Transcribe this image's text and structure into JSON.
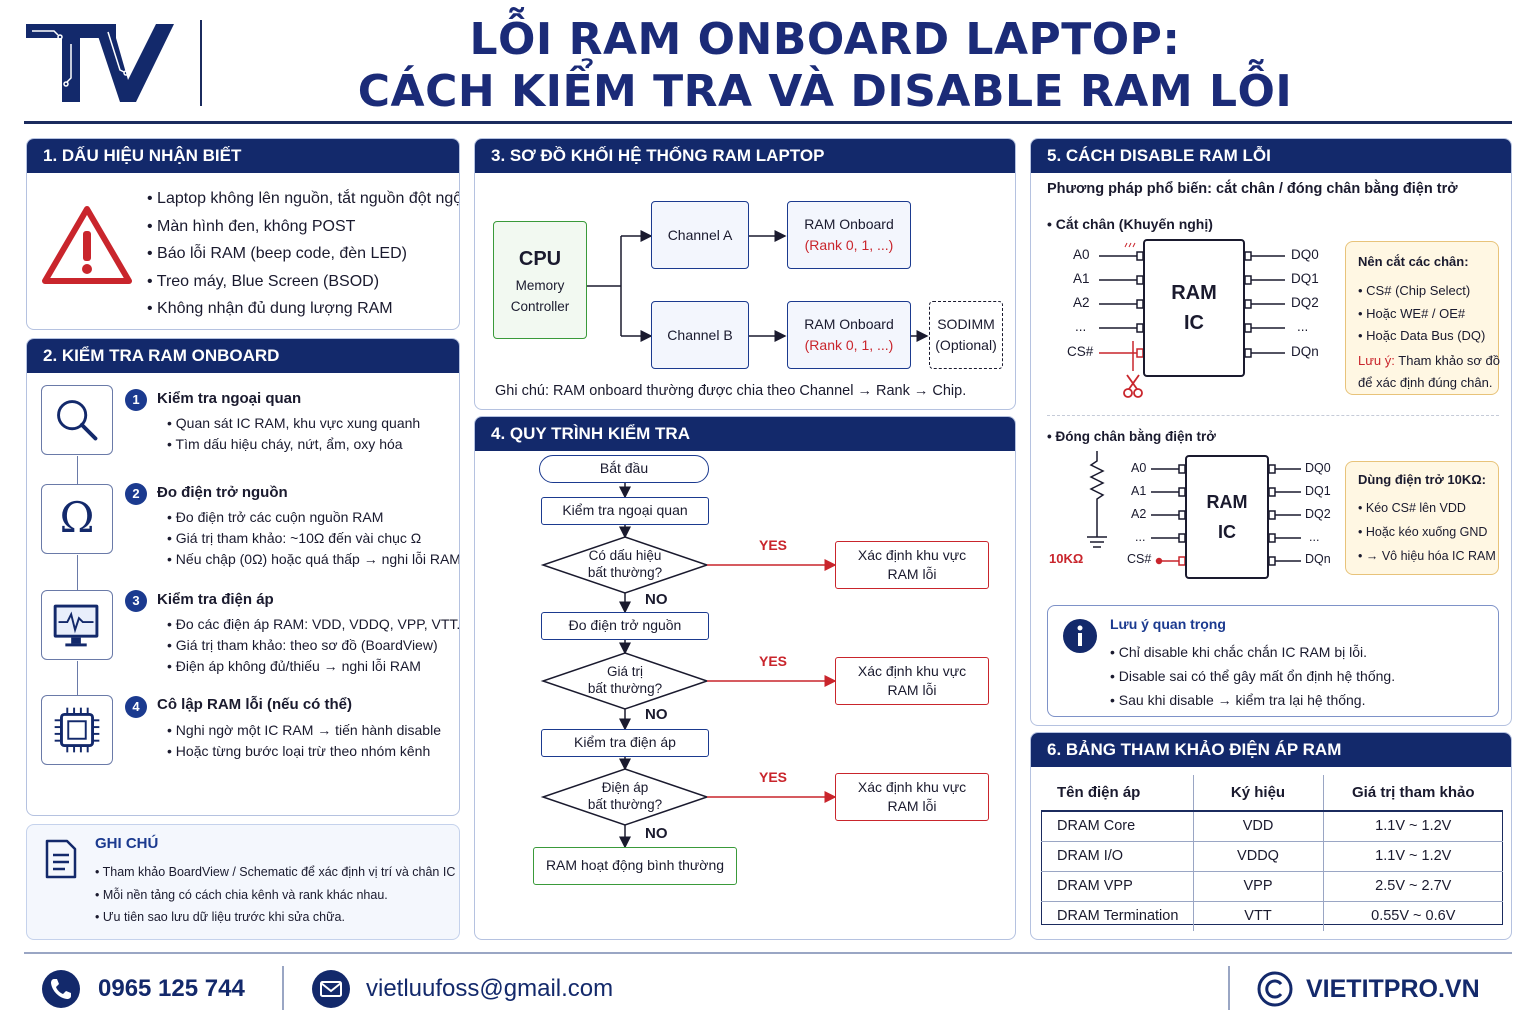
{
  "logo_text": "TV",
  "title_line1": "LỖI RAM ONBOARD LAPTOP:",
  "title_line2": "CÁCH KIỂM TRA VÀ DISABLE RAM LỖI",
  "colors": {
    "navy": "#13296b",
    "red": "#c9252c",
    "green": "#3a9a3a",
    "yellow_bg": "#fff7e3"
  },
  "signs": {
    "title": "1. DẤU HIỆU NHẬN BIẾT",
    "icon": "warning-triangle-icon",
    "items": [
      "Laptop không lên nguồn, tắt nguồn đột ngột",
      "Màn hình đen, không POST",
      "Báo lỗi RAM (beep code, đèn LED)",
      "Treo máy, Blue Screen (BSOD)",
      "Không nhận đủ dung lượng RAM"
    ]
  },
  "check": {
    "title": "2. KIỂM TRA RAM ONBOARD",
    "steps": [
      {
        "num": "1",
        "icon": "magnifier-icon",
        "title": "Kiểm tra ngoại quan",
        "bullets": [
          "Quan sát IC RAM, khu vực xung quanh",
          "Tìm dấu hiệu cháy, nứt, ẩm, oxy hóa"
        ]
      },
      {
        "num": "2",
        "icon": "ohm-icon",
        "symbol": "Ω",
        "title": "Đo điện trở nguồn",
        "bullets": [
          "Đo điện trở các cuộn nguồn RAM",
          "Giá trị tham khảo: ~10Ω đến vài chục Ω",
          "Nếu chập (0Ω) hoặc quá thấp → nghi lỗi RAM"
        ]
      },
      {
        "num": "3",
        "icon": "oscilloscope-icon",
        "title": "Kiểm tra điện áp",
        "bullets": [
          "Đo các điện áp RAM: VDD, VDDQ, VPP, VTT...",
          "Giá trị tham khảo: theo sơ đồ (BoardView)",
          "Điện áp không đủ/thiếu → nghi lỗi RAM"
        ]
      },
      {
        "num": "4",
        "icon": "chip-icon",
        "title": "Cô lập RAM lỗi (nếu có thể)",
        "bullets": [
          "Nghi ngờ một IC RAM → tiến hành disable",
          "Hoặc từng bước loại trừ theo nhóm kênh"
        ]
      }
    ]
  },
  "note": {
    "icon": "document-icon",
    "title": "GHI CHÚ",
    "items": [
      "Tham khảo BoardView / Schematic để xác định vị trí và chân IC RAM.",
      "Mỗi nền tảng có cách chia kênh và rank khác nhau.",
      "Ưu tiên sao lưu dữ liệu trước khi sửa chữa."
    ]
  },
  "block": {
    "title": "3. SƠ ĐỒ KHỐI HỆ THỐNG RAM LAPTOP",
    "cpu": "CPU",
    "cpu_sub1": "Memory",
    "cpu_sub2": "Controller",
    "channel_a": "Channel A",
    "channel_b": "Channel B",
    "ram_onboard": "RAM Onboard",
    "rank": "(Rank 0, 1, ...)",
    "sodimm": "SODIMM",
    "sodimm_opt": "(Optional)",
    "caption": "Ghi chú: RAM onboard thường được chia theo Channel → Rank → Chip."
  },
  "flow": {
    "title": "4. QUY TRÌNH KIỂM TRA",
    "start": "Bắt đầu",
    "s1": "Kiểm tra ngoại quan",
    "d1": [
      "Có dấu hiệu",
      "bất thường?"
    ],
    "s2": "Đo điện trở nguồn",
    "d2": [
      "Giá trị",
      "bất thường?"
    ],
    "s3": "Kiểm tra điện áp",
    "d3": [
      "Điện áp",
      "bất thường?"
    ],
    "end": "RAM hoạt động bình thường",
    "yes": "YES",
    "no": "NO",
    "result": [
      "Xác định khu vực",
      "RAM lỗi"
    ]
  },
  "disable": {
    "title": "5. CÁCH DISABLE RAM LỖI",
    "method": "Phương pháp phổ biến: cắt chân / đóng chân bằng điện trở",
    "cut_title": "Cắt chân (Khuyến nghị)",
    "ic_l1": "RAM",
    "ic_l2": "IC",
    "left_pins": [
      "A0",
      "A1",
      "A2",
      "...",
      "CS#"
    ],
    "right_pins": [
      "DQ0",
      "DQ1",
      "DQ2",
      "...",
      "DQn"
    ],
    "scissors_icon": "scissors-icon",
    "cut_note": {
      "title": "Nên cắt các chân:",
      "items": [
        "CS# (Chip Select)",
        "Hoặc WE# / OE#",
        "Hoặc Data Bus (DQ)"
      ],
      "warn_label": "Lưu ý:",
      "warn_text1": " Tham khảo sơ đồ",
      "warn_text2": "để xác định đúng chân."
    },
    "res_title": "Đóng chân bằng điện trở",
    "res_value": "10KΩ",
    "res_note": {
      "title": "Dùng điện trở 10KΩ:",
      "items": [
        "Kéo CS# lên VDD",
        "Hoặc kéo xuống GND",
        "→ Vô hiệu hóa IC RAM"
      ]
    },
    "important": {
      "icon": "info-icon",
      "title": "Lưu ý quan trọng",
      "items": [
        "Chỉ disable khi chắc chắn IC RAM bị lỗi.",
        "Disable sai có thể gây mất ổn định hệ thống.",
        "Sau khi disable → kiểm tra lại hệ thống."
      ]
    }
  },
  "voltage": {
    "title": "6. BẢNG THAM KHẢO ĐIỆN ÁP RAM",
    "headers": [
      "Tên điện áp",
      "Ký hiệu",
      "Giá trị tham khảo"
    ],
    "rows": [
      [
        "DRAM Core",
        "VDD",
        "1.1V ~ 1.2V"
      ],
      [
        "DRAM I/O",
        "VDDQ",
        "1.1V ~ 1.2V"
      ],
      [
        "DRAM VPP",
        "VPP",
        "2.5V ~ 2.7V"
      ],
      [
        "DRAM Termination",
        "VTT",
        "0.55V ~ 0.6V"
      ]
    ]
  },
  "footer": {
    "phone_icon": "phone-icon",
    "phone": "0965 125 744",
    "mail_icon": "mail-icon",
    "email": "vietluufoss@gmail.com",
    "copyright_icon": "copyright-icon",
    "site": "VIETITPRO.VN"
  }
}
